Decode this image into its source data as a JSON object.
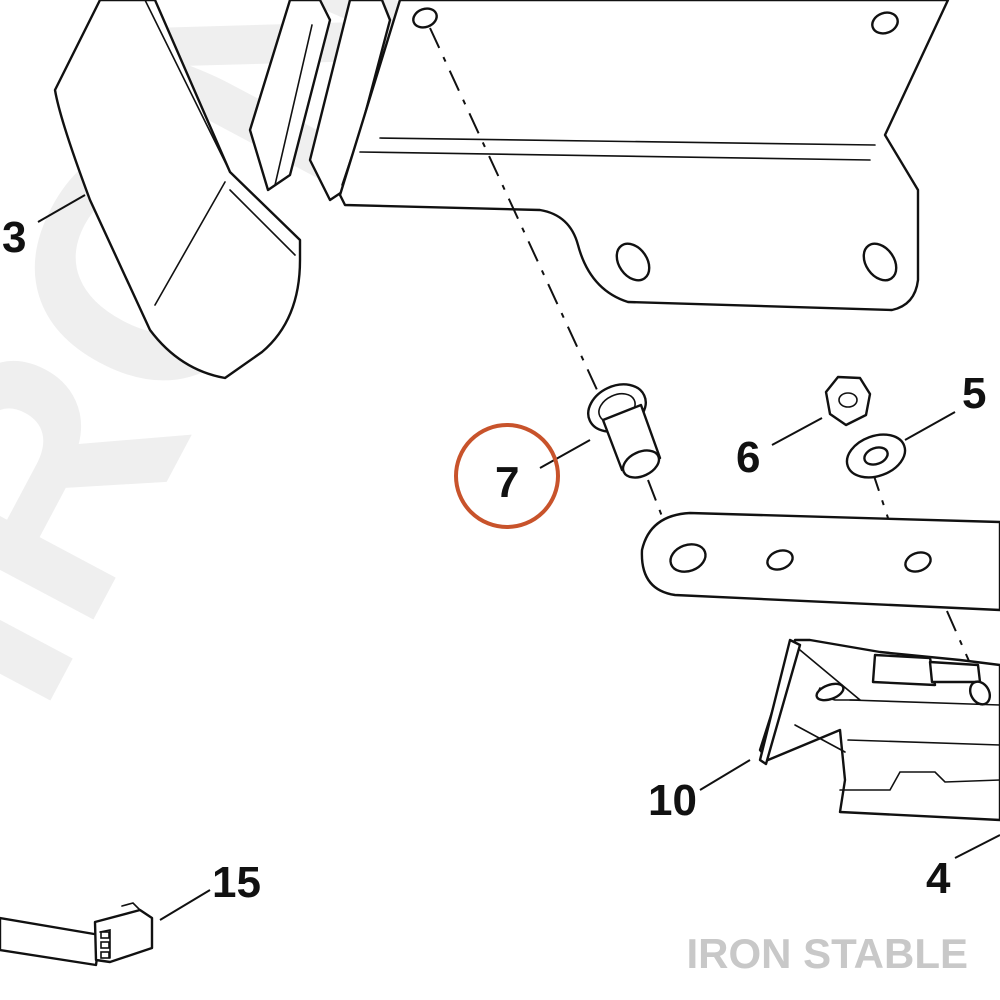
{
  "watermark": {
    "text": "IRON STA"
  },
  "brand": {
    "text": "IRON STABLE"
  },
  "callouts": [
    {
      "id": "3",
      "label": "3"
    },
    {
      "id": "4",
      "label": "4"
    },
    {
      "id": "5",
      "label": "5"
    },
    {
      "id": "6",
      "label": "6"
    },
    {
      "id": "7",
      "label": "7"
    },
    {
      "id": "10",
      "label": "10"
    },
    {
      "id": "15",
      "label": "15"
    }
  ],
  "highlight": {
    "target": "7",
    "color": "#c8532b"
  }
}
